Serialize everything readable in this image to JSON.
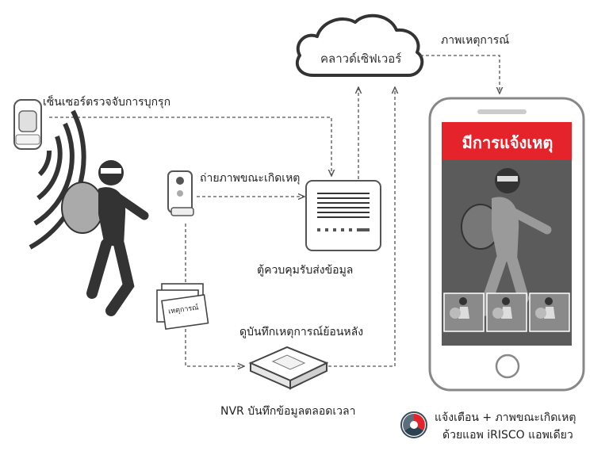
{
  "labels": {
    "cloud": "คลาวด์เซิฟเวอร์",
    "event_image": "ภาพเหตุการณ์",
    "sensor": "เซ็นเซอร์ตรวจจับการบุกรุก",
    "capture": "ถ่ายภาพขณะเกิดเหตุ",
    "control_panel": "ตู้ควบคุมรับส่งข้อมูล",
    "card": "เหตุการณ์",
    "playback": "ดูบันทึกเหตุการณ์ย้อนหลัง",
    "nvr": "NVR บันทึกข้อมูลตลอดเวลา",
    "app_line1": "แจ้งเตือน + ภาพขณะเกิดเหตุ",
    "app_line2": "ด้วยแอพ iRISCO แอพเดียว"
  },
  "phone": {
    "alert_banner": "มีการแจ้งเหตุ"
  },
  "colors": {
    "alert_red": "#e5232b",
    "screen_gray": "#5b5b5b",
    "line": "#555555",
    "figure_dark": "#333333",
    "figure_light": "#9a9a9a"
  }
}
